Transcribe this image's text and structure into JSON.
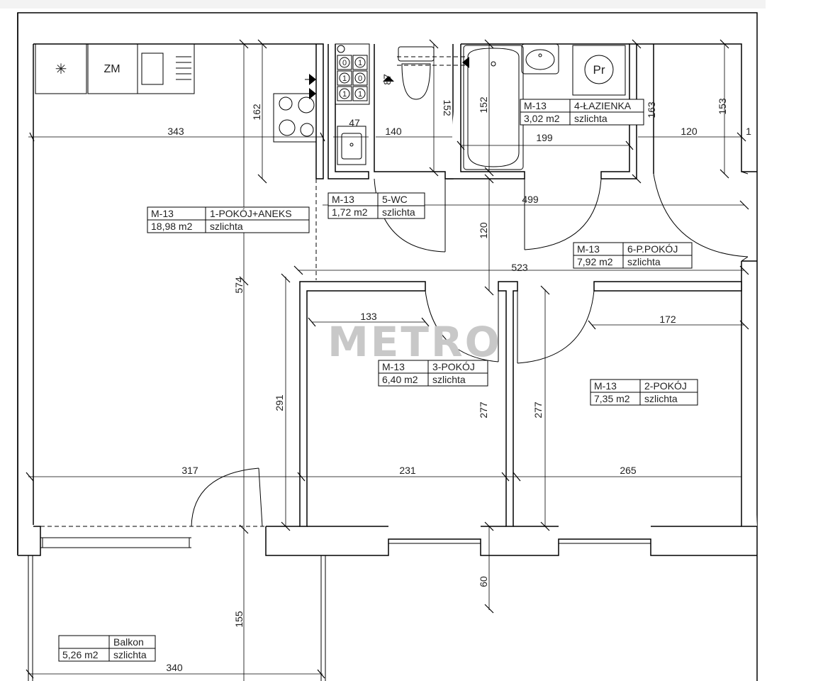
{
  "watermark": "METRO",
  "rooms": [
    {
      "code": "M-13",
      "name": "1-POKÓJ+ANEKS",
      "area": "18,98 m2",
      "finish": "szlichta"
    },
    {
      "code": "M-13",
      "name": "5-WC",
      "area": "1,72 m2",
      "finish": "szlichta"
    },
    {
      "code": "M-13",
      "name": "4-ŁAZIENKA",
      "area": "3,02 m2",
      "finish": "szlichta"
    },
    {
      "code": "M-13",
      "name": "6-P.POKÓJ",
      "area": "7,92 m2",
      "finish": "szlichta"
    },
    {
      "code": "M-13",
      "name": "3-POKÓJ",
      "area": "6,40 m2",
      "finish": "szlichta"
    },
    {
      "code": "M-13",
      "name": "2-POKÓJ",
      "area": "7,35 m2",
      "finish": "szlichta"
    },
    {
      "code": "",
      "name": "Balkon",
      "area": "5,26 m2",
      "finish": "szlichta"
    }
  ],
  "fixtures": {
    "fridge_label": "ZM",
    "boiler_label": "Pr",
    "snowflake": "✳"
  },
  "dimensions": {
    "d343": "343",
    "d162": "162",
    "d47": "47",
    "d87": "87",
    "d140": "140",
    "d152a": "152",
    "d152b": "152",
    "d199": "199",
    "d163": "163",
    "d153": "153",
    "d120a": "120",
    "d1": "1",
    "d499": "499",
    "d120b": "120",
    "d523": "523",
    "d574": "574",
    "d133": "133",
    "d172": "172",
    "d291": "291",
    "d277a": "277",
    "d277b": "277",
    "d317": "317",
    "d231": "231",
    "d265": "265",
    "d60": "60",
    "d155": "155",
    "d340": "340"
  }
}
